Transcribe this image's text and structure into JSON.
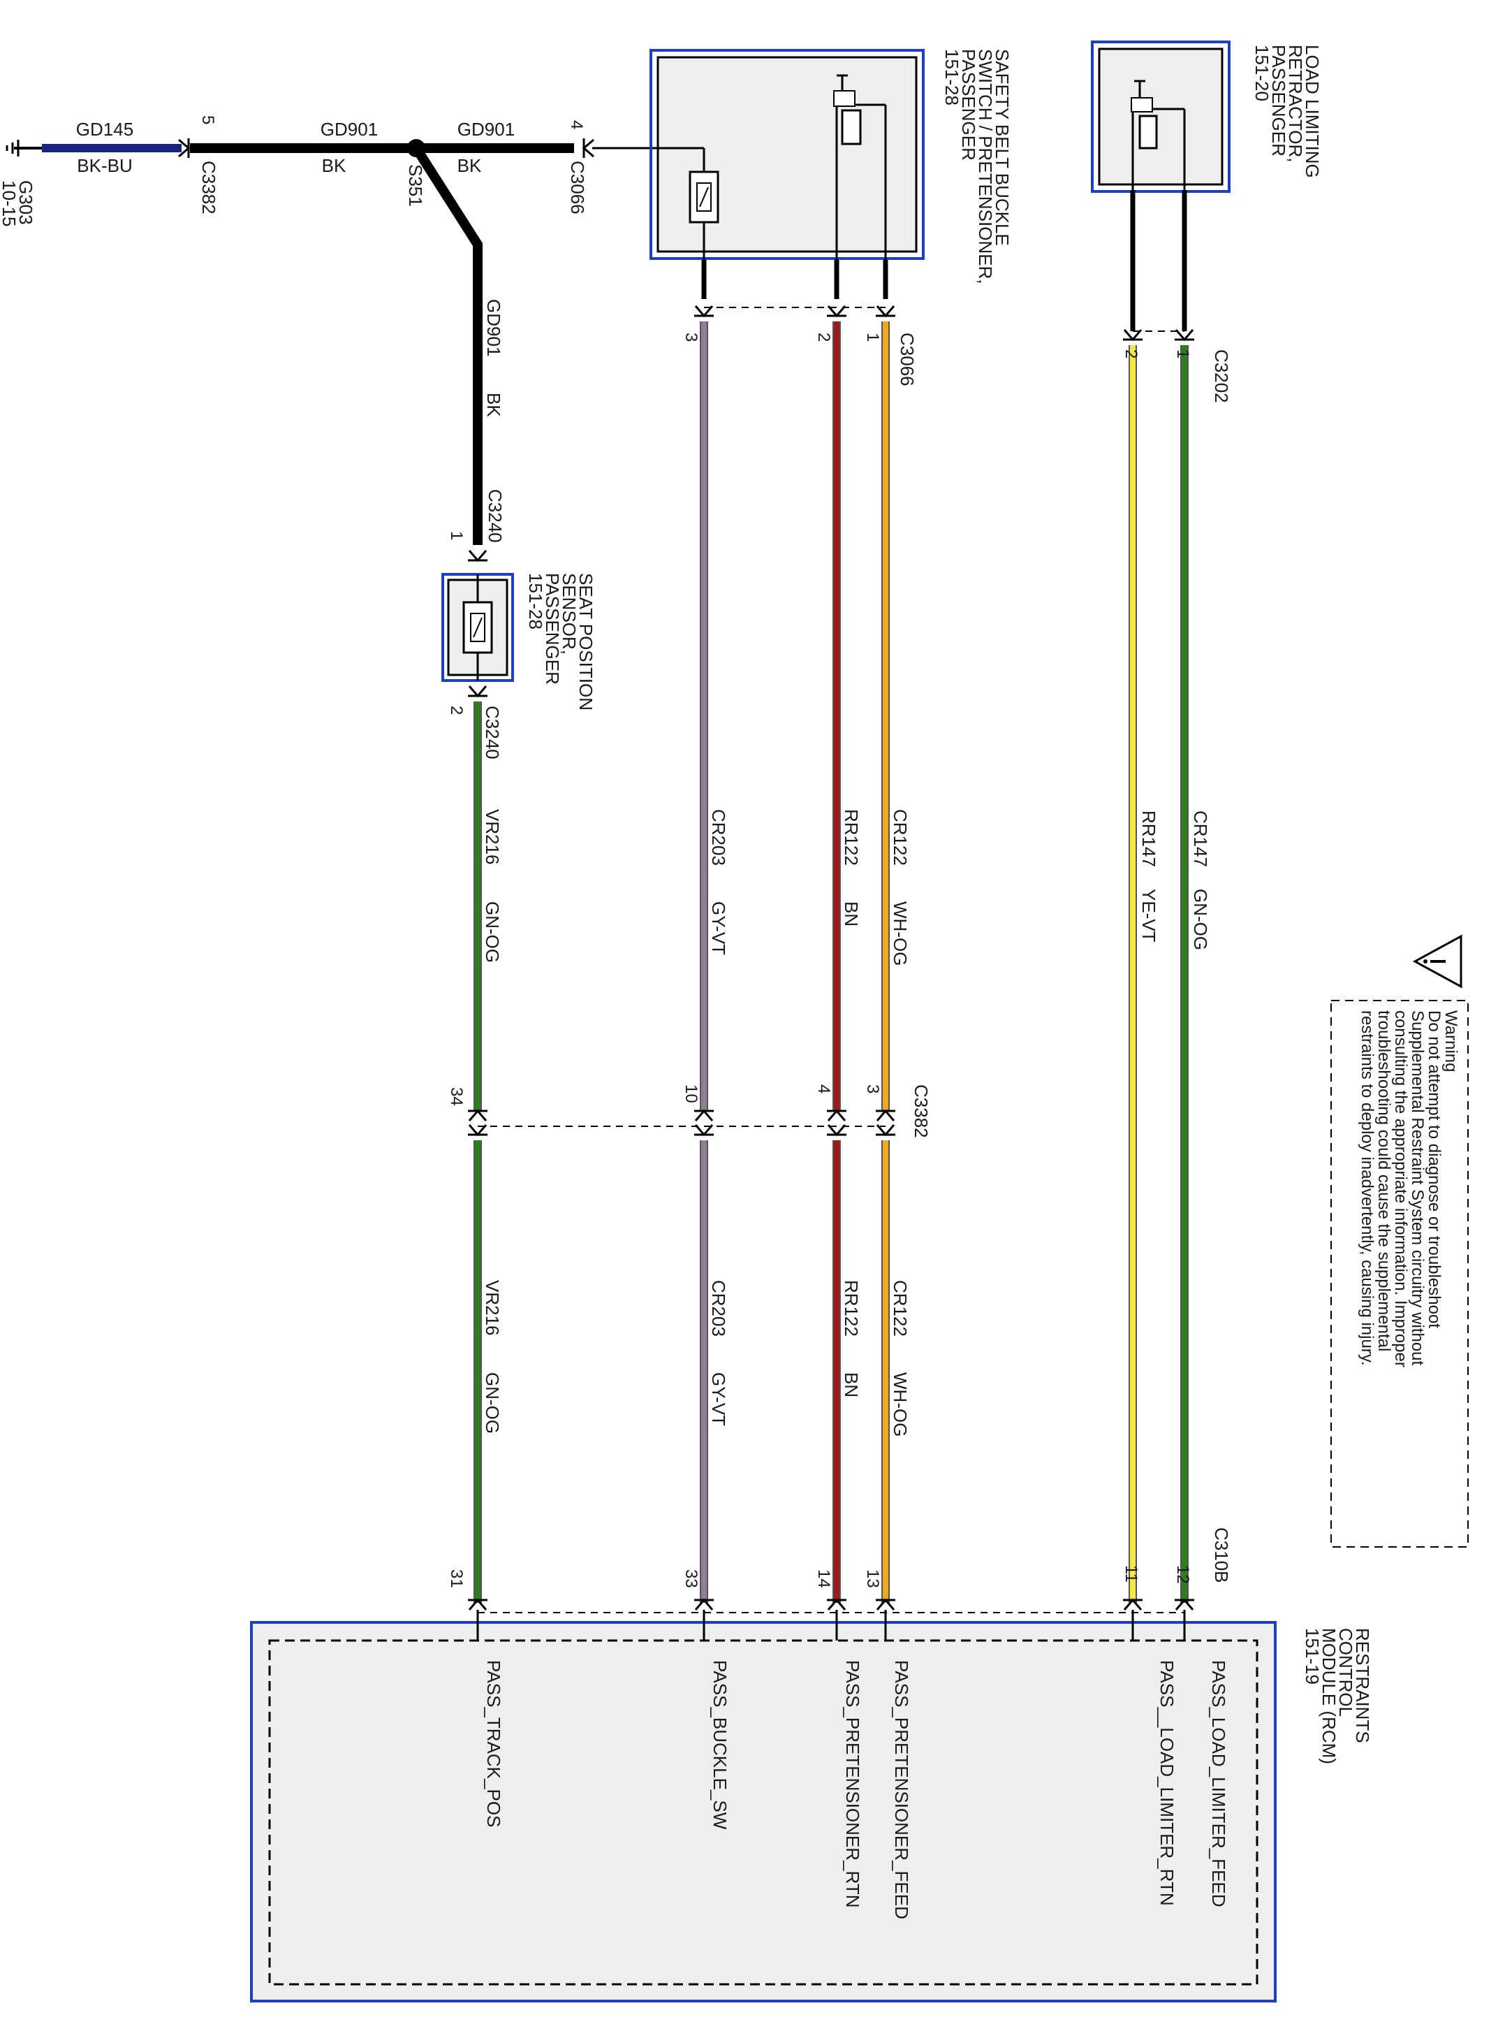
{
  "colors": {
    "BK": "#000000",
    "BK-BU": "#1a237e",
    "GN-OG": "#2e7d1f",
    "GY-VT": "#8e7f96",
    "BN": "#9e1a1a",
    "WH-OG": "#f0a81c",
    "YE-VT": "#f7e84a",
    "border": "#1f3fbf",
    "box_fill": "#eeeeee"
  },
  "ground": {
    "id": "G303",
    "ref": "10-15",
    "circuit": "GD145",
    "color_code": "BK-BU",
    "connector": "C3382",
    "pin": "5",
    "icon": "ground-icon"
  },
  "splice": {
    "id": "S351",
    "circuit_left": "GD901",
    "color_left": "BK",
    "circuit_right": "GD901",
    "color_right": "BK",
    "circuit_down": "GD901",
    "color_down": "BK"
  },
  "buckle_connector_top": {
    "id": "C3066",
    "pin": "4"
  },
  "components": {
    "buckle": {
      "lines": [
        "SAFETY BELT BUCKLE",
        "SWITCH / PRETENSIONER,",
        "PASSENGER",
        "151-28"
      ]
    },
    "retractor": {
      "lines": [
        "LOAD LIMITING",
        "RETRACTOR,",
        "PASSENGER",
        "151-20"
      ]
    },
    "seat_sensor": {
      "lines": [
        "SEAT POSITION",
        "SENSOR,",
        "PASSENGER",
        "151-28"
      ]
    },
    "rcm": {
      "lines": [
        "RESTRAINTS",
        "CONTROL",
        "MODULE (RCM)",
        "151-19"
      ]
    }
  },
  "connectors": {
    "c3066": {
      "id": "C3066",
      "pins": [
        "3",
        "2",
        "1"
      ]
    },
    "c3202": {
      "id": "C3202",
      "pins": [
        "2",
        "1"
      ]
    },
    "c3240_top": {
      "id": "C3240",
      "pin": "1"
    },
    "c3240_bottom": {
      "id": "C3240",
      "pin": "2"
    },
    "c3382": {
      "id": "C3382",
      "pins": [
        "34",
        "10",
        "4",
        "3"
      ]
    },
    "c310b": {
      "id": "C310B",
      "pins": [
        "31",
        "33",
        "14",
        "13",
        "11",
        "12"
      ]
    }
  },
  "wires": [
    {
      "circuit": "CR147",
      "color_code": "GN-OG"
    },
    {
      "circuit": "RR147",
      "color_code": "YE-VT"
    },
    {
      "circuit": "CR122",
      "color_code": "WH-OG"
    },
    {
      "circuit": "RR122",
      "color_code": "BN"
    },
    {
      "circuit": "CR203",
      "color_code": "GY-VT"
    },
    {
      "circuit": "VR216",
      "color_code": "GN-OG"
    }
  ],
  "rcm_signals": [
    "PASS_LOAD_LIMITER_FEED",
    "PASS__LOAD_LIMITER_RTN",
    "PASS_PRETENSIONER_FEED",
    "PASS_PRETENSIONER_RTN",
    "PASS_BUCKLE_SW",
    "PASS_TRACK_POS"
  ],
  "warning": {
    "icon": "warning-triangle-icon",
    "lines": [
      "Warning",
      "Do not attempt to diagnose or troubleshoot",
      "Supplemental Restraint System circuitry without",
      "consulting the appropriate information. Improper",
      "troubleshooting could cause the supplemental",
      "restraints to deploy inadvertently, causing injury."
    ]
  }
}
